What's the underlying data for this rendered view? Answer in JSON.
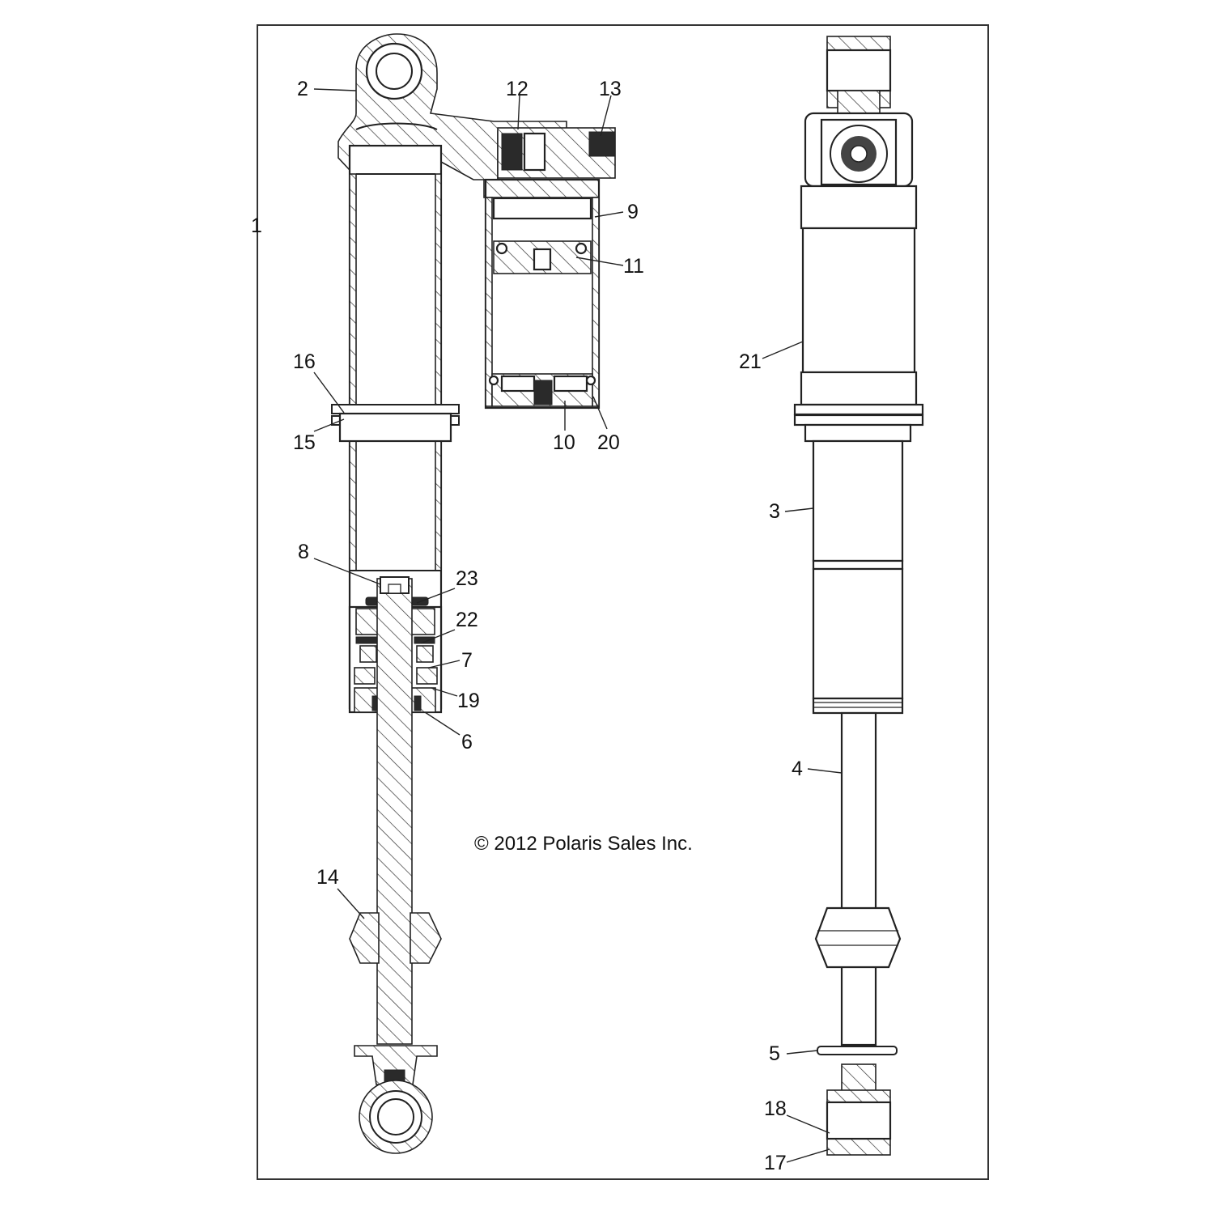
{
  "copyright": "© 2012 Polaris Sales Inc.",
  "callouts": [
    {
      "id": "c1",
      "text": "1"
    },
    {
      "id": "c2",
      "text": "2"
    },
    {
      "id": "c3",
      "text": "3"
    },
    {
      "id": "c4",
      "text": "4"
    },
    {
      "id": "c5",
      "text": "5"
    },
    {
      "id": "c6",
      "text": "6"
    },
    {
      "id": "c7",
      "text": "7"
    },
    {
      "id": "c8",
      "text": "8"
    },
    {
      "id": "c9",
      "text": "9"
    },
    {
      "id": "c10",
      "text": "10"
    },
    {
      "id": "c11",
      "text": "11"
    },
    {
      "id": "c12",
      "text": "12"
    },
    {
      "id": "c13",
      "text": "13"
    },
    {
      "id": "c14",
      "text": "14"
    },
    {
      "id": "c15",
      "text": "15"
    },
    {
      "id": "c16",
      "text": "16"
    },
    {
      "id": "c17",
      "text": "17"
    },
    {
      "id": "c18",
      "text": "18"
    },
    {
      "id": "c19",
      "text": "19"
    },
    {
      "id": "c20",
      "text": "20"
    },
    {
      "id": "c21",
      "text": "21"
    },
    {
      "id": "c22",
      "text": "22"
    },
    {
      "id": "c23",
      "text": "23"
    }
  ]
}
